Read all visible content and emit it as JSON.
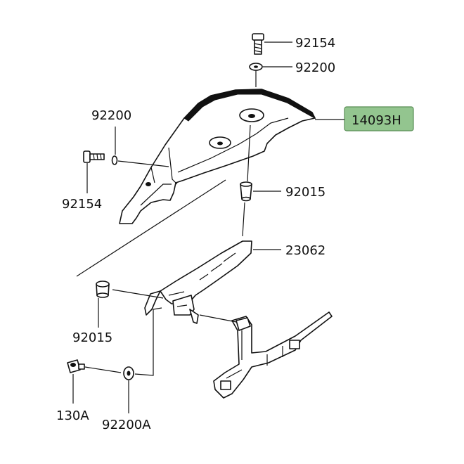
{
  "diagram": {
    "colors": {
      "highlight_fill": "#93c58f",
      "highlight_border": "#5a8f56",
      "ink": "#111111"
    },
    "labels": {
      "screw_top": "92154",
      "washer_top": "92200",
      "cover": "14093H",
      "washer_left": "92200",
      "screw_left": "92154",
      "collar_right": "92015",
      "bracket": "23062",
      "collar_left": "92015",
      "bolt": "130A",
      "washer_bottom": "92200A"
    }
  }
}
